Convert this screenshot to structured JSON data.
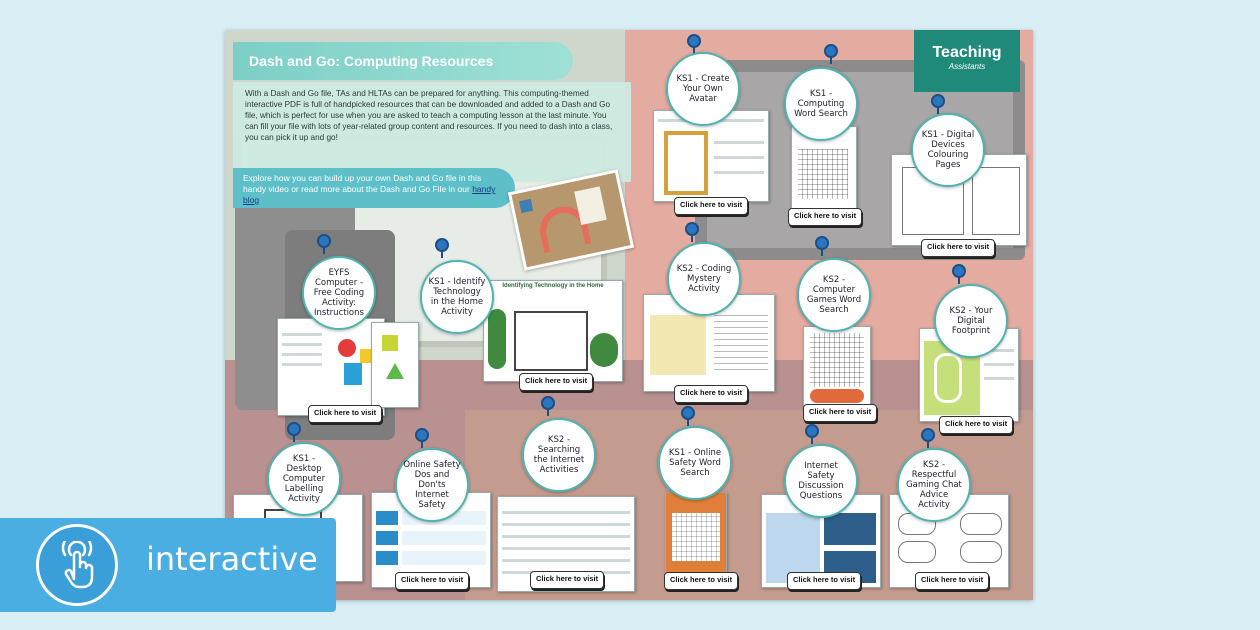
{
  "header": {
    "title": "Dash and Go: Computing Resources",
    "intro": "With a Dash and Go file, TAs and HLTAs can be prepared for anything. This computing-themed interactive PDF is full of handpicked resources that can be downloaded and added to a Dash and Go file, which is perfect for use when you are asked to teach a computing lesson at the last minute. You can fill your file with lots of year-related group content and resources. If you need to dash into a class, you can pick it up and go!",
    "explore_text": "Explore how you can build up your own Dash and Go file in this handy video or read more about the Dash and Go File in our",
    "explore_link": "handy blog"
  },
  "logo": {
    "main": "Teaching",
    "sub": "Assistants"
  },
  "button_label": "Click here to visit",
  "resources": [
    {
      "label": "KS1 - Create Your Own Avatar"
    },
    {
      "label": "KS1 - Computing Word Search"
    },
    {
      "label": "KS1 - Digital Devices Colouring Pages"
    },
    {
      "label": "EYFS Computer - Free Coding Activity: Instructions"
    },
    {
      "label": "KS1 - Identify Technology in the Home Activity"
    },
    {
      "label": "KS2 - Coding Mystery Activity"
    },
    {
      "label": "KS2 - Computer Games Word Search"
    },
    {
      "label": "KS2 - Your Digital Footprint"
    },
    {
      "label": "KS1 - Desktop Computer Labelling Activity"
    },
    {
      "label": "Online Safety Dos and Don'ts Internet Safety"
    },
    {
      "label": "KS2 - Searching the Internet Activities"
    },
    {
      "label": "KS1 - Online Safety Word Search"
    },
    {
      "label": "Internet Safety Discussion Questions"
    },
    {
      "label": "KS2 - Respectful Gaming Chat Advice Activity"
    }
  ],
  "thumb_titles": {
    "identify": "Identifying Technology in the Home"
  },
  "badge": {
    "label": "interactive",
    "icon": "touch-hand-icon"
  },
  "colors": {
    "accent": "#4fb4b0",
    "badge": "#4aaee3",
    "logo": "#1f8a7a"
  }
}
